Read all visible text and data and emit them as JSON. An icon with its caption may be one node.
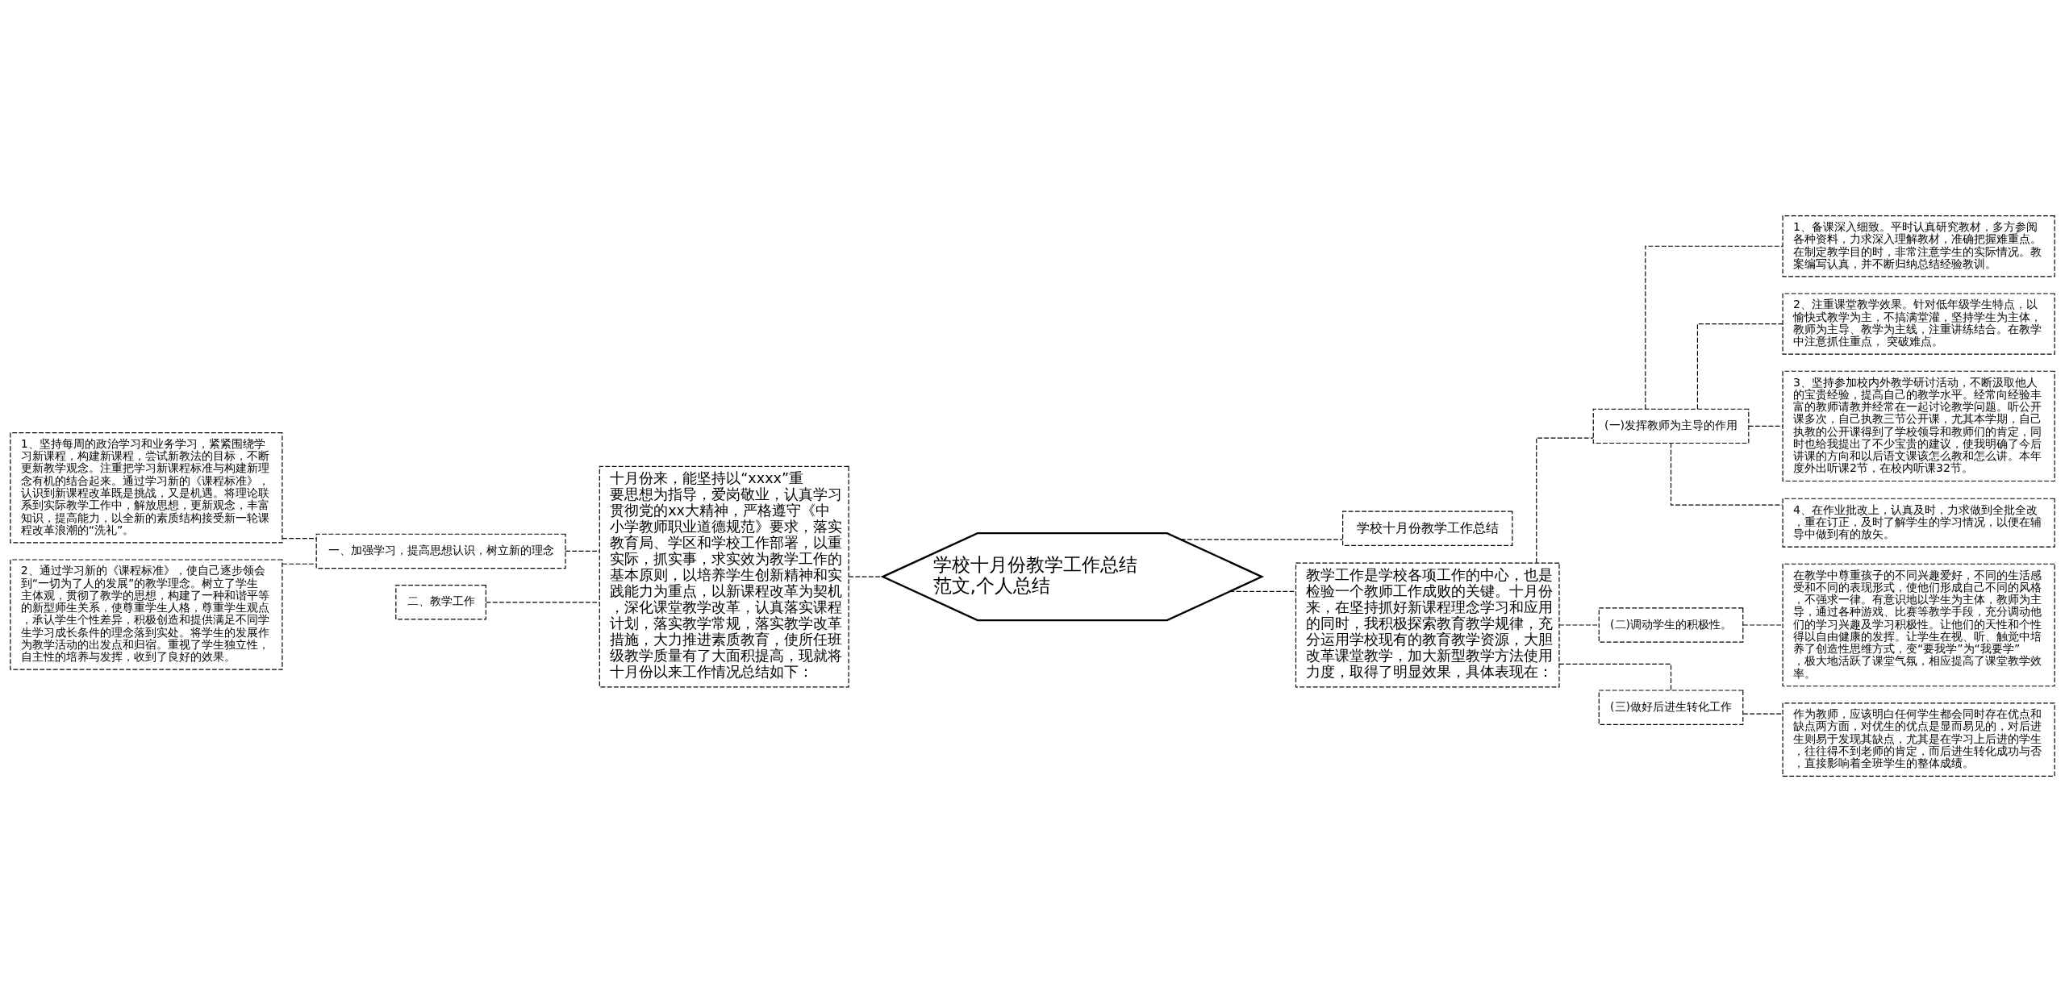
{
  "diagram": {
    "nodes": [
      {
        "text": [
          "学校十月份教学工作总结范文,个人总结"
        ]
      },
      {
        "text": [
          "十月份来，能坚持以“xxxx”重要思想为指导，爱岗敬业，认真学习贯彻党的xx大精神，严格遵守《中小学教师职业道德规范》要求，落实教育局、学区和学校工作部署，以重实际，抓实事，求实效为教学工作的基本原则，以培养学生创新精神和实践能力为重点，以新课程改革为契机，深化课堂教学改革，认真落实课程计划，落实教学常规，落实教学改革措施，大力推进素质教育，使所任班级教学质量有了大面积提高，现就将十月份以来工作情况总结如下："
        ]
      },
      {
        "text": [
          "一、加强学习，提高思想认识，树立新的理念"
        ]
      },
      {
        "text": [
          "1、坚持每周的政治学习和业务学习，紧紧围绕学习新课程，构建新课程，尝试新教法的目标，不断更新教学观念。注重把学习新课程标准与构建新理念有机的结合起来。通过学习新的《课程标准》，认识到新课程改革既是挑战，又是机遇。将理论联系到实际教学工作中，解放思想，更新观念，丰富知识，提高能力，以全新的素质结构接受新一轮课程改革浪潮的“洗礼”。"
        ]
      },
      {
        "text": [
          "2、通过学习新的《课程标准》，使自己逐步领会到“一切为了人的发展”的教学理念。树立了学生主体观，贯彻了教学的思想，构建了一种和谐平等的新型师生关系，使尊重学生人格，尊重学生观点，承认学生个性差异，积极创造和提供满足不同学生学习成长条件的理念落到实处。将学生的发展作为教学活动的出发点和归宿。重视了学生独立性，自主性的培养与发挥，收到了良好的效果。"
        ]
      },
      {
        "text": [
          "二、教学工作"
        ]
      },
      {
        "text": [
          "学校十月份教学工作总结"
        ]
      },
      {
        "text": [
          "教学工作是学校各项工作的中心，也是检验一个教师工作成败的关键。十月份来，在坚持抓好新课程理念学习和应用的同时，我积极探索教育教学规律，充分运用学校现有的教育教学资源，大胆改革课堂教学，加大新型教学方法使用力度，取得了明显效果，具体表现在："
        ]
      },
      {
        "text": [
          "(一)发挥教师为主导的作用"
        ]
      },
      {
        "text": [
          "1、备课深入细致。平时认真研究教材，多方参阅各种资料，力求深入理解教材，准确把握难重点。在制定教学目的时，非常注意学生的实际情况。教案编写认真，并不断归纳总结经验教训。"
        ]
      },
      {
        "text": [
          "2、注重课堂教学效果。针对低年级学生特点，以愉快式教学为主，不搞满堂灌，坚持学生为主体，教师为主导、教学为主线，注重讲练结合。在教学中注意抓住重点， 突破难点。"
        ]
      },
      {
        "text": [
          "3、坚持参加校内外教学研讨活动，不断汲取他人的宝贵经验，提高自己的教学水平。经常向经验丰富的教师请教并经常在一起讨论教学问题。听公开课多次，自己执教三节公开课，尤其本学期，自己执教的公开课得到了学校领导和教师们的肯定，同时也给我提出了不少宝贵的建议，使我明确了今后讲课的方向和以后语文课该怎么教和怎么讲。本年度外出听课2节，在校内听课32节。"
        ]
      },
      {
        "text": [
          "4、在作业批改上，认真及时，力求做到全批全改，重在订正，及时了解学生的学习情况，以便在辅导中做到有的放矢。"
        ]
      },
      {
        "text": [
          "(二)调动学生的积极性。"
        ]
      },
      {
        "text": [
          "在教学中尊重孩子的不同兴趣爱好，不同的生活感受和不同的表现形式，使他们形成自己不同的风格，不强求一律。有意识地以学生为主体，教师为主导，通过各种游戏、比赛等教学手段，充分调动他们的学习兴趣及学习积极性。让他们的天性和个性得以自由健康的发挥。让学生在视、听、触觉中培养了创造性思维方式，变“要我学”为“我要学”，极大地活跃了课堂气氛，相应提高了课堂教学效率。"
        ]
      },
      {
        "text": [
          "(三)做好后进生转化工作"
        ]
      },
      {
        "text": [
          "作为教师，应该明白任何学生都会同时存在优点和缺点两方面，对优生的优点是显而易见的，对后进生则易于发现其缺点，尤其是在学习上后进的学生，往往得不到老师的肯定，而后进生转化成功与否，直接影响着全班学生的整体成绩。"
        ]
      }
    ],
    "edges": [
      {
        "from": 0,
        "to": 1,
        "arrow": "none",
        "style": "dashed"
      },
      {
        "from": 1,
        "to": 2,
        "arrow": "none",
        "style": "dashed"
      },
      {
        "from": 2,
        "to": 3,
        "arrow": "none",
        "style": "dashed"
      },
      {
        "from": 2,
        "to": 4,
        "arrow": "none",
        "style": "dashed"
      },
      {
        "from": 1,
        "to": 5,
        "arrow": "none",
        "style": "dashed"
      },
      {
        "from": 0,
        "to": 6,
        "arrow": "none",
        "style": "dashed"
      },
      {
        "from": 0,
        "to": 7,
        "arrow": "none",
        "style": "dashed"
      },
      {
        "from": 7,
        "to": 8,
        "arrow": "none",
        "style": "dashed"
      },
      {
        "from": 8,
        "to": 9,
        "arrow": "none",
        "style": "dashed"
      },
      {
        "from": 8,
        "to": 10,
        "arrow": "none",
        "style": "dashed"
      },
      {
        "from": 8,
        "to": 11,
        "arrow": "none",
        "style": "dashed"
      },
      {
        "from": 8,
        "to": 12,
        "arrow": "none",
        "style": "dashed"
      },
      {
        "from": 7,
        "to": 13,
        "arrow": "none",
        "style": "dashed"
      },
      {
        "from": 13,
        "to": 14,
        "arrow": "none",
        "style": "dashed"
      },
      {
        "from": 7,
        "to": 15,
        "arrow": "none",
        "style": "dashed"
      },
      {
        "from": 15,
        "to": 16,
        "arrow": "none",
        "style": "dashed"
      }
    ]
  }
}
